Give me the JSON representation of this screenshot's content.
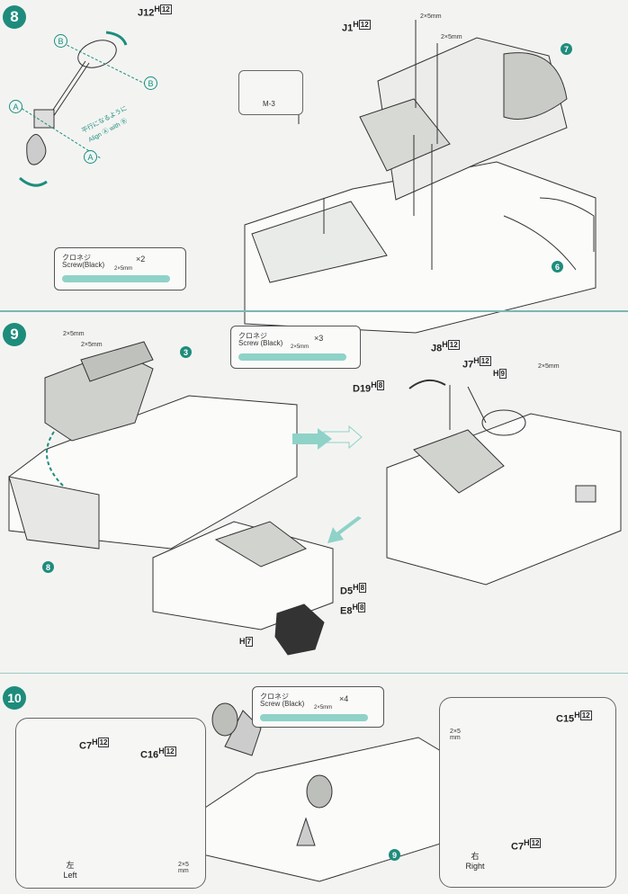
{
  "steps": [
    {
      "number": "8",
      "ref_in": [
        "7",
        "6"
      ]
    },
    {
      "number": "9",
      "ref_in": [
        "3",
        "8"
      ]
    },
    {
      "number": "10",
      "ref_in": [
        "9"
      ]
    }
  ],
  "step8": {
    "parts": {
      "j12": {
        "code": "J12",
        "h": "H",
        "box": "12"
      },
      "j1": {
        "code": "J1",
        "h": "H",
        "box": "12"
      }
    },
    "inset_label": "M-3",
    "letters": {
      "b1": "B",
      "b2": "B",
      "a1": "A",
      "a2": "A"
    },
    "align_jp": "平行になるように",
    "align_en": "Align Ⓐ with Ⓑ",
    "screw_sizes": [
      "2×5mm",
      "2×5mm"
    ],
    "screwbox": {
      "jp": "クロネジ",
      "en": "Screw(Black)",
      "qty": "×2",
      "size": "2×5mm"
    },
    "refs": {
      "r7": "7",
      "r6": "6"
    }
  },
  "step9": {
    "screwbox": {
      "jp": "クロネジ",
      "en": "Screw (Black)",
      "qty": "×3",
      "size": "2×5mm"
    },
    "screw_sizes": [
      "2×5mm",
      "2×5mm",
      "2×5mm"
    ],
    "parts": {
      "j8": {
        "code": "J8",
        "h": "H",
        "box": "12"
      },
      "j7": {
        "code": "J7",
        "h": "H",
        "box": "12"
      },
      "h9": {
        "code": "",
        "h": "H",
        "box": "9"
      },
      "d19": {
        "code": "D19",
        "h": "H",
        "box": "8"
      },
      "d5": {
        "code": "D5",
        "h": "H",
        "box": "8"
      },
      "e8": {
        "code": "E8",
        "h": "H",
        "box": "8"
      },
      "h7": {
        "code": "",
        "h": "H",
        "box": "7"
      }
    },
    "refs": {
      "r3": "3",
      "r8": "8"
    }
  },
  "step10": {
    "screwbox": {
      "jp": "クロネジ",
      "en": "Screw (Black)",
      "qty": "×4",
      "size": "2×5mm"
    },
    "parts": {
      "c7l": {
        "code": "C7",
        "h": "H",
        "box": "12"
      },
      "c16": {
        "code": "C16",
        "h": "H",
        "box": "12"
      },
      "c15": {
        "code": "C15",
        "h": "H",
        "box": "12"
      },
      "c7r": {
        "code": "C7",
        "h": "H",
        "box": "12"
      }
    },
    "left": {
      "jp": "左",
      "en": "Left"
    },
    "right": {
      "jp": "右",
      "en": "Right"
    },
    "screw_left": "2×5 mm",
    "screw_right": "2×5 mm",
    "refs": {
      "r9": "9"
    }
  },
  "colors": {
    "accent": "#1e8c7c",
    "line": "#333333",
    "faint": "#b9bdb8"
  }
}
